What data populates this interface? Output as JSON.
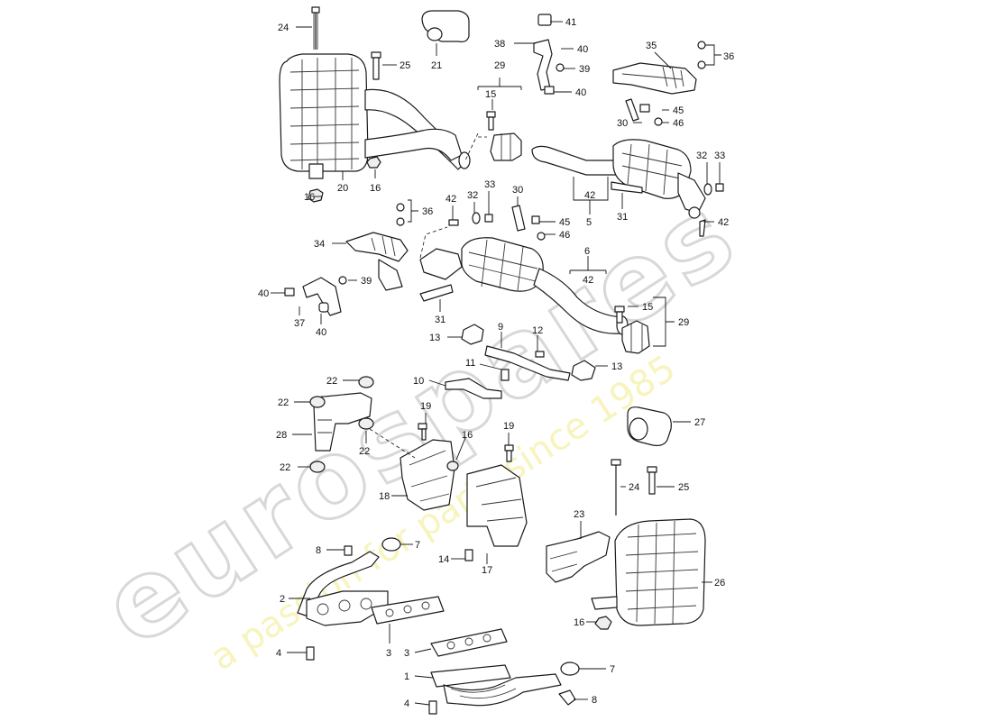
{
  "watermark": {
    "brand": "eurospares",
    "tagline": "a passion for parts since 1985",
    "tagline_color": "#eee8a0"
  },
  "diagram": {
    "labels": [
      "24",
      "25",
      "16",
      "20",
      "16",
      "21",
      "41",
      "38",
      "40",
      "39",
      "40",
      "29",
      "15",
      "35",
      "36",
      "45",
      "46",
      "30",
      "32",
      "33",
      "5",
      "42",
      "31",
      "42",
      "36",
      "34",
      "42",
      "32",
      "33",
      "30",
      "45",
      "46",
      "39",
      "40",
      "37",
      "40",
      "31",
      "6",
      "42",
      "15",
      "29",
      "13",
      "9",
      "12",
      "11",
      "10",
      "13",
      "22",
      "22",
      "28",
      "22",
      "22",
      "19",
      "16",
      "19",
      "27",
      "18",
      "24",
      "25",
      "8",
      "7",
      "23",
      "14",
      "17",
      "2",
      "26",
      "16",
      "3",
      "4",
      "3",
      "7",
      "1",
      "4",
      "8"
    ]
  }
}
